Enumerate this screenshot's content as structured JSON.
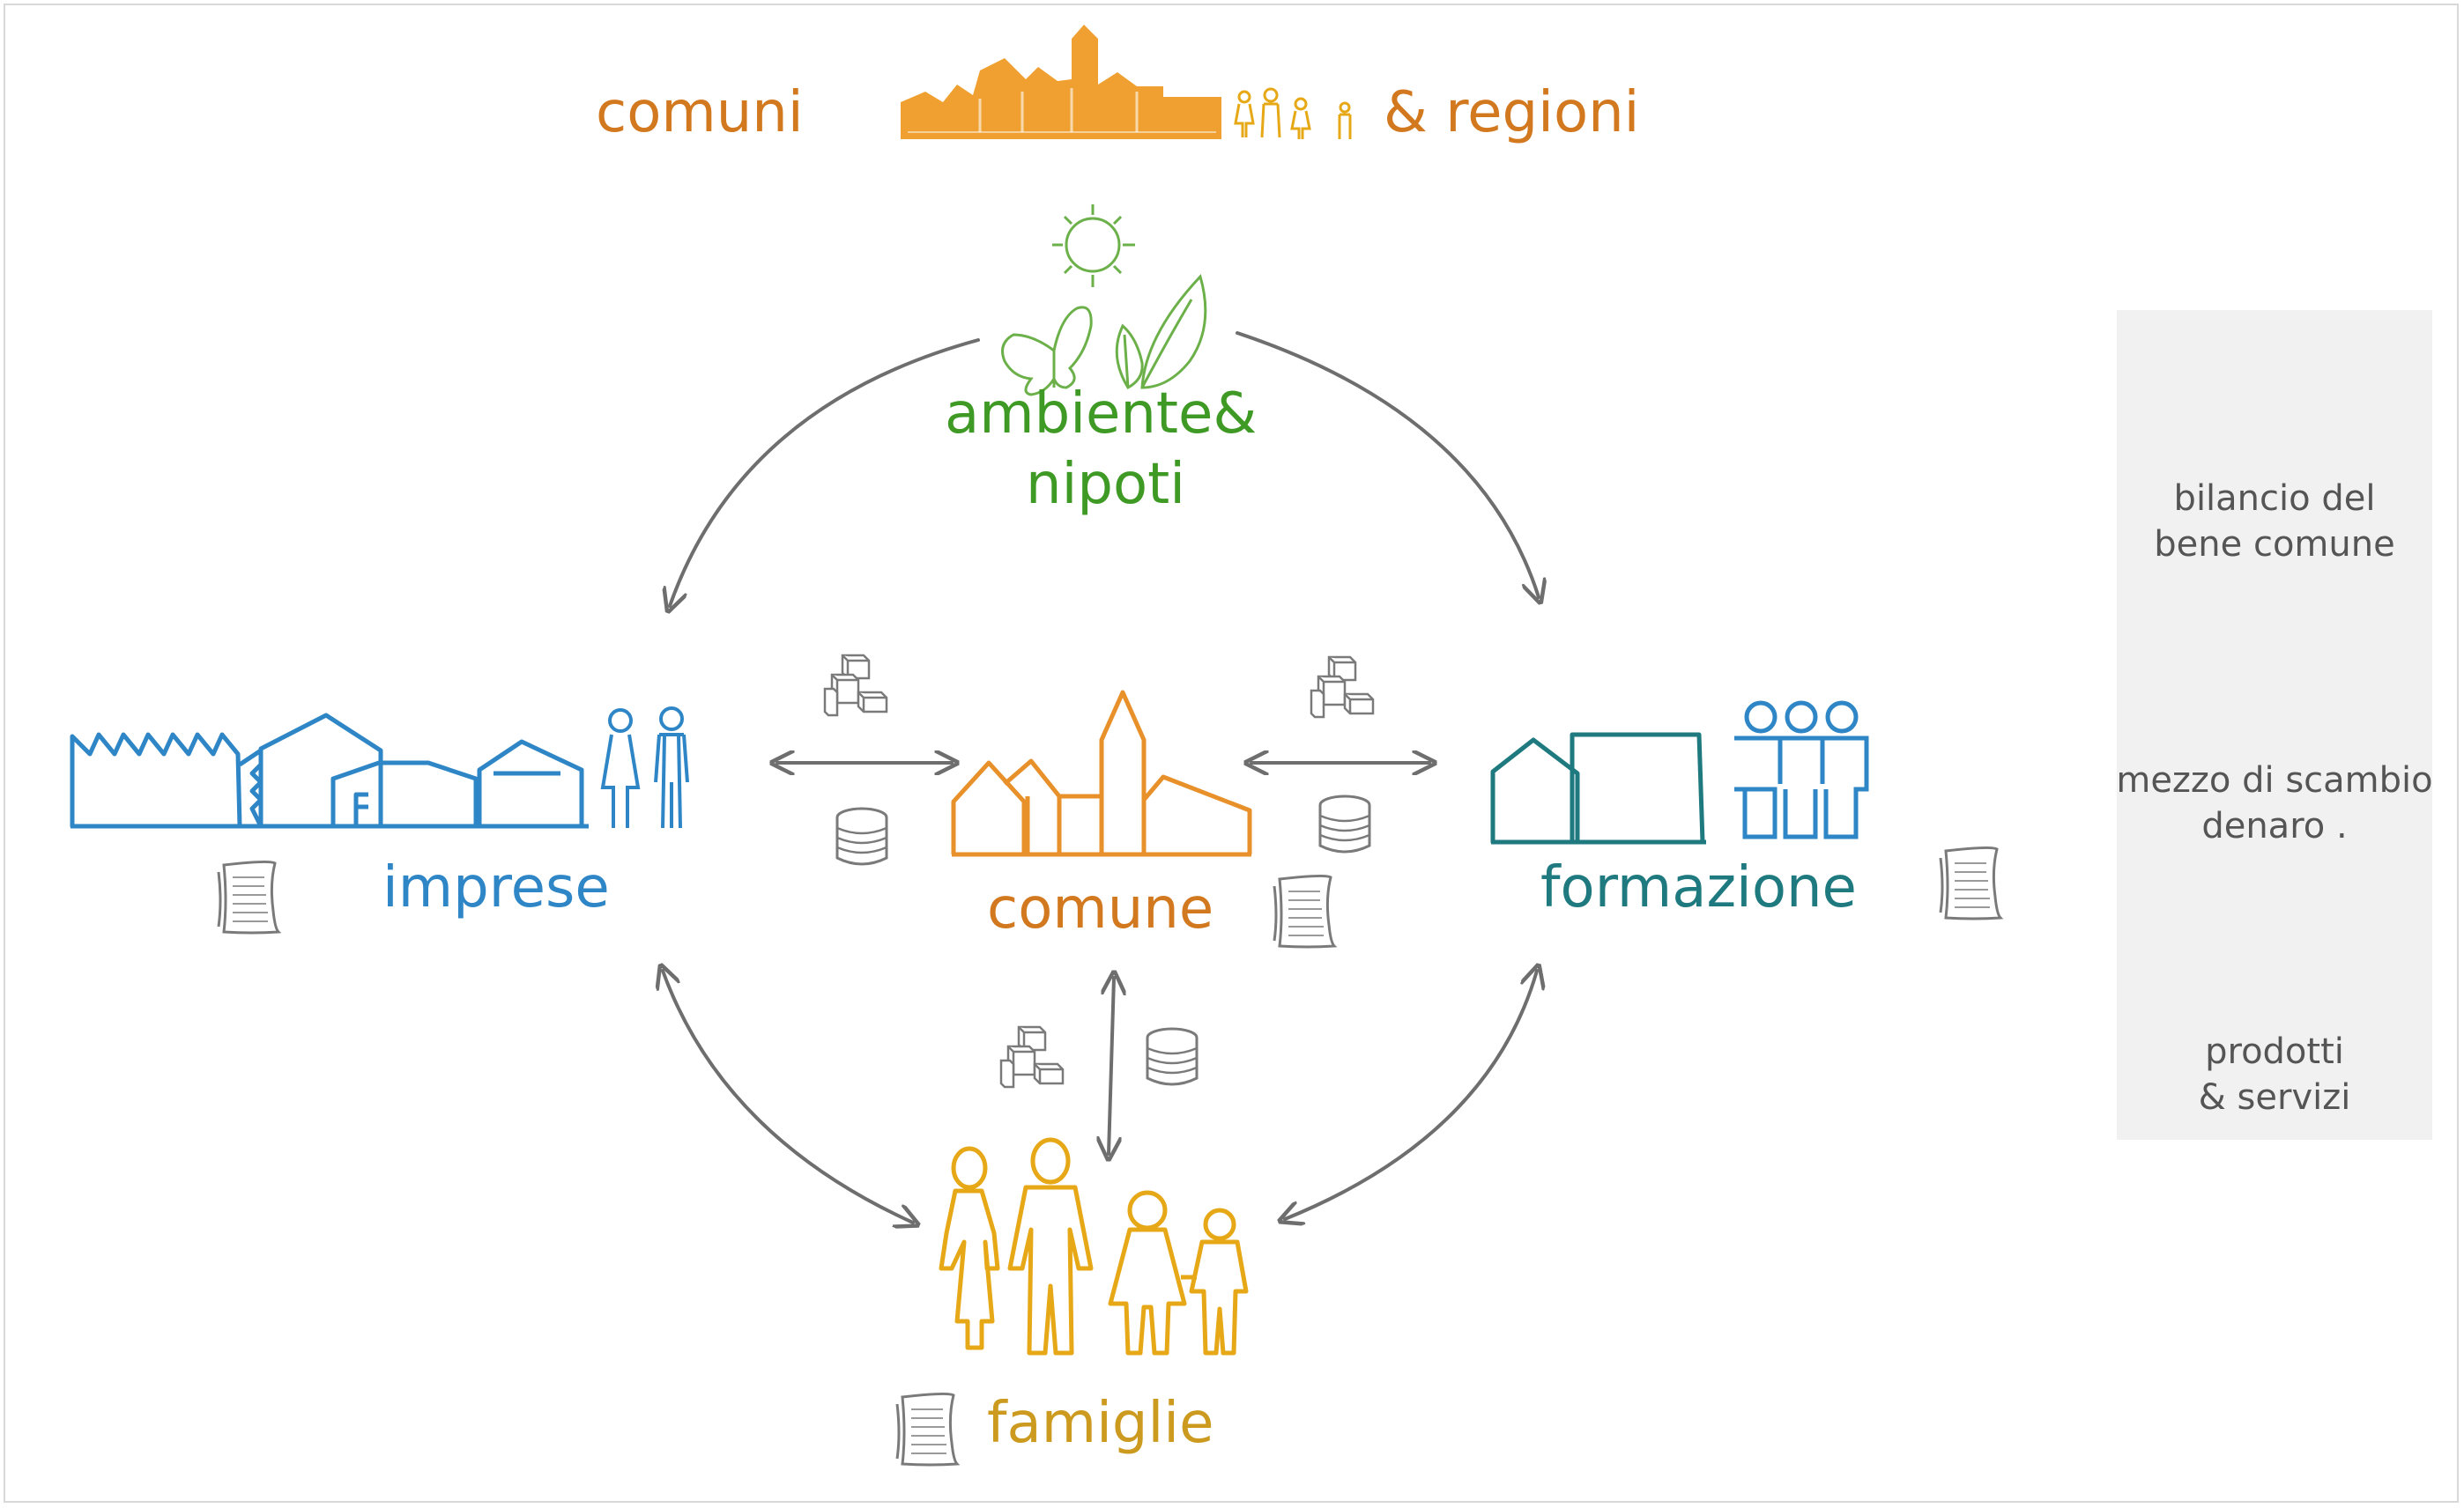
{
  "header": {
    "left_label": "comuni",
    "right_label": "& regioni"
  },
  "nodes": {
    "ambiente": {
      "line1": "ambiente&",
      "line2": "nipoti"
    },
    "imprese": {
      "label": "imprese"
    },
    "comune": {
      "label": "comune"
    },
    "formazione": {
      "label": "formazione"
    },
    "famiglie": {
      "label": "famiglie"
    }
  },
  "legend": {
    "items": [
      {
        "line1": "bilancio del",
        "line2": "bene comune",
        "icon": "document-icon"
      },
      {
        "line1": "mezzo di scambio",
        "line2": "denaro   .",
        "icon": "coin-stack-icon"
      },
      {
        "line1": "prodotti",
        "line2": "&  servizi",
        "icon": "boxes-icon"
      }
    ]
  },
  "colors": {
    "orange": "#e8902a",
    "orange_text": "#d2781e",
    "green": "#4aa33a",
    "green_text": "#3e9a24",
    "blue": "#2f86c6",
    "teal": "#1f7a80",
    "yellow": "#e6a817",
    "yellow_text": "#cc9a1f",
    "gray_arrow": "#6e6e6e",
    "icon_gray": "#8a8a8a"
  }
}
